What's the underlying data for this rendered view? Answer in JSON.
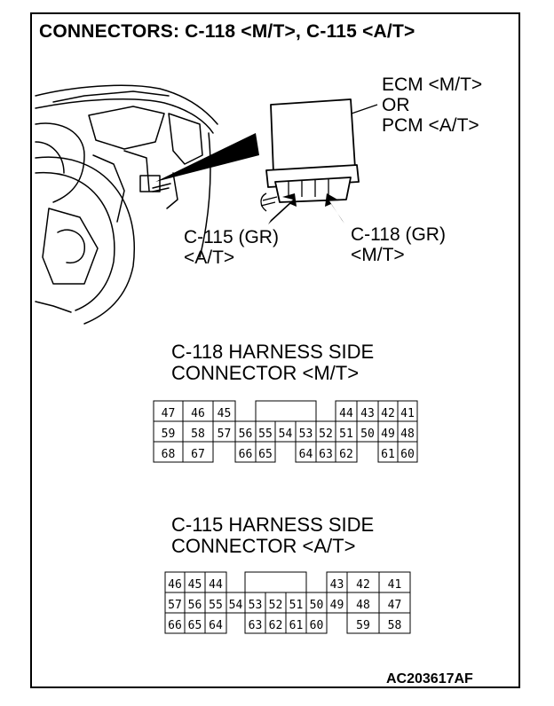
{
  "title": "CONNECTORS: C-118 <M/T>, C-115 <A/T>",
  "ecm_label": [
    "ECM <M/T>",
    "OR",
    "PCM <A/T>"
  ],
  "c115_callout": [
    "C-115 (GR)",
    "<A/T>"
  ],
  "c118_callout": [
    "C-118 (GR)",
    "<M/T>"
  ],
  "c118_heading": [
    "C-118 HARNESS SIDE",
    "CONNECTOR <M/T>"
  ],
  "c115_heading": [
    "C-115 HARNESS SIDE",
    "CONNECTOR <A/T>"
  ],
  "figure_id": "AC203617AF",
  "connector_c118": {
    "rows": [
      [
        {
          "label": "47"
        },
        {
          "label": "46"
        },
        {
          "label": "45"
        },
        {
          "label": ""
        },
        {
          "label": ""
        },
        {
          "label": ""
        },
        {
          "label": ""
        },
        {
          "label": ""
        },
        {
          "label": ""
        },
        {
          "label": ""
        },
        {
          "label": "44"
        },
        {
          "label": "43"
        },
        {
          "label": "42"
        },
        {
          "label": "41"
        }
      ],
      [
        {
          "label": "59"
        },
        {
          "label": "58"
        },
        {
          "label": "57"
        },
        {
          "label": "56"
        },
        {
          "label": "55"
        },
        {
          "label": "54"
        },
        {
          "label": "53"
        },
        {
          "label": "52"
        },
        {
          "label": "51"
        },
        {
          "label": "50"
        },
        {
          "label": "49"
        },
        {
          "label": "48"
        }
      ],
      [
        {
          "label": "68"
        },
        {
          "label": "67"
        },
        {
          "label": "66"
        },
        {
          "label": "65"
        },
        {
          "label": "64"
        },
        {
          "label": "63"
        },
        {
          "label": "62"
        },
        {
          "label": "61"
        },
        {
          "label": "60"
        }
      ]
    ]
  },
  "connector_c115": {
    "rows": [
      [
        {
          "label": "46"
        },
        {
          "label": "45"
        },
        {
          "label": "44"
        },
        {
          "label": "43"
        },
        {
          "label": "42"
        },
        {
          "label": "41"
        }
      ],
      [
        {
          "label": "57"
        },
        {
          "label": "56"
        },
        {
          "label": "55"
        },
        {
          "label": "54"
        },
        {
          "label": "53"
        },
        {
          "label": "52"
        },
        {
          "label": "51"
        },
        {
          "label": "50"
        },
        {
          "label": "49"
        },
        {
          "label": "48"
        },
        {
          "label": "47"
        }
      ],
      [
        {
          "label": "66"
        },
        {
          "label": "65"
        },
        {
          "label": "64"
        },
        {
          "label": "63"
        },
        {
          "label": "62"
        },
        {
          "label": "61"
        },
        {
          "label": "60"
        },
        {
          "label": "59"
        },
        {
          "label": "58"
        }
      ]
    ]
  }
}
